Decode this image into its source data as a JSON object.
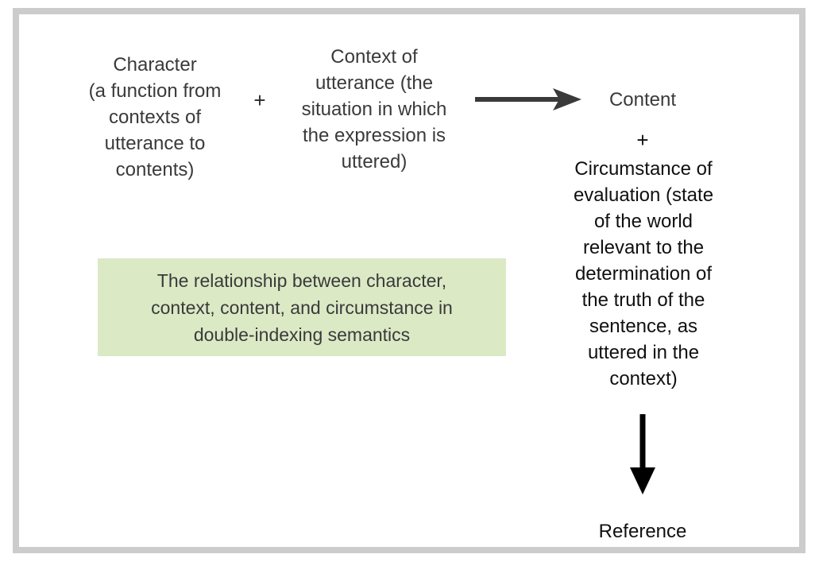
{
  "figure": {
    "frame_color": "#cccccc",
    "background_color": "#ffffff",
    "text_color": "#3a3a3a",
    "emphasis_text_color": "#101010",
    "caption_background_color": "#dbe9c5",
    "arrow_color_horizontal": "#3a3a3a",
    "arrow_color_vertical": "#000000"
  },
  "diagram": {
    "inputs": [
      {
        "id": "character",
        "label": "Character\n(a function from\ncontexts of\nutterance to\ncontents)"
      },
      {
        "id": "context",
        "label": "Context of\nutterance (the\nsituation in which\nthe expression is\nuttered)"
      }
    ],
    "operators": {
      "plus_one": "+",
      "plus_two": "+"
    },
    "outputs": [
      {
        "id": "content",
        "label": "Content"
      },
      {
        "id": "circumstance",
        "label": "Circumstance of\nevaluation (state\nof the world\nrelevant to the\ndetermination of\nthe truth of the\nsentence, as\nuttered in the\ncontext)"
      },
      {
        "id": "reference",
        "label": "Reference"
      }
    ],
    "arrows": [
      {
        "id": "horizontal-arrow",
        "direction": "right",
        "from": "character-plus-context",
        "to": "content"
      },
      {
        "id": "vertical-arrow",
        "direction": "down",
        "from": "content-plus-circumstance",
        "to": "reference"
      }
    ]
  },
  "caption": {
    "text": "The relationship between character,\ncontext, content, and circumstance in\ndouble-indexing semantics"
  }
}
